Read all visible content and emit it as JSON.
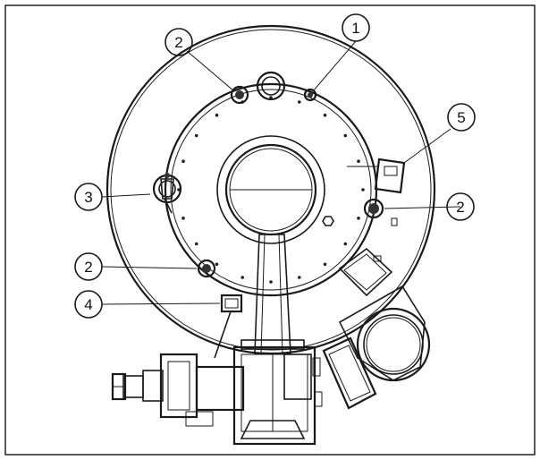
{
  "diagram": {
    "callouts": [
      {
        "id": "callout-1",
        "label": "1"
      },
      {
        "id": "callout-2a",
        "label": "2"
      },
      {
        "id": "callout-2b",
        "label": "2"
      },
      {
        "id": "callout-2c",
        "label": "2"
      },
      {
        "id": "callout-3",
        "label": "3"
      },
      {
        "id": "callout-4",
        "label": "4"
      },
      {
        "id": "callout-5",
        "label": "5"
      }
    ]
  }
}
